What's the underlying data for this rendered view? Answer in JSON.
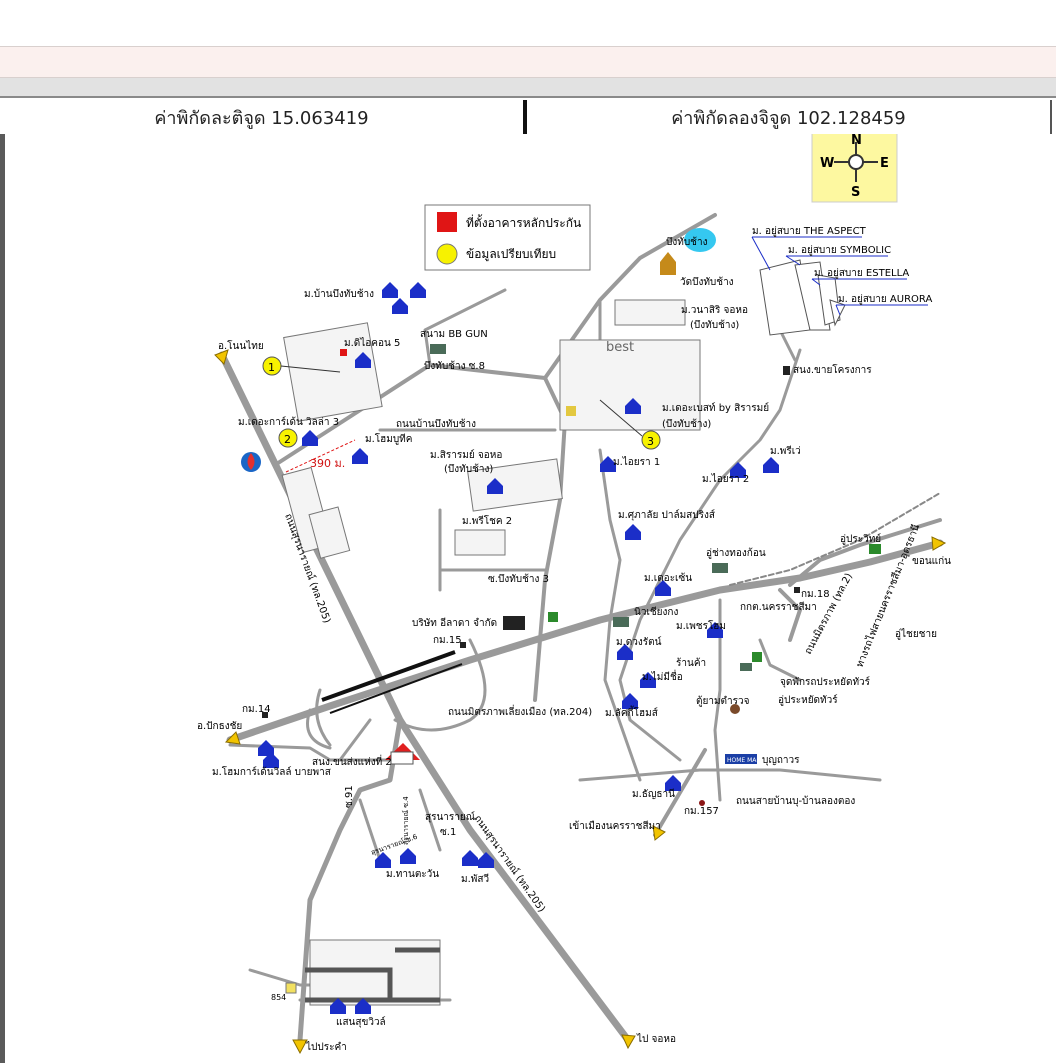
{
  "coordinates": {
    "lat_label": "ค่าพิกัดละติจูด 15.063419",
    "lng_label": "ค่าพิกัดลองจิจูด 102.128459"
  },
  "compass": {
    "n": "N",
    "s": "S",
    "e": "E",
    "w": "W"
  },
  "legend": {
    "property": "ที่ตั้งอาคารหลักประกัน",
    "comparable": "ข้อมูลเปรียบเทียบ",
    "property_color": "#e01515",
    "comparable_color": "#f7f200"
  },
  "markers": {
    "m1": "1",
    "m2": "2",
    "m3": "3"
  },
  "distance_label": "390 ม.",
  "places": {
    "ban_bueng_thap_chang": "ม.บ้านบึงทับช้าง",
    "d_icon5": "ม.ดิไอคอน 5",
    "bb_gun": "สนาม BB GUN",
    "on_nonthai": "อ.โนนไทย",
    "garden_villa3": "ม.เดอะการ์เด้น วิลล่า 3",
    "home_boutique": "ม.โฮมบูทีค",
    "bueng_thap_chang_8": "บึงทับช้าง ซ.8",
    "road_ban_bueng_thap_chang": "ถนนบ้านบึงทับช้าง",
    "bueng_thap_chang_lake": "บึงทับช้าง",
    "wat_bueng_thap_chang": "วัดบึงทับช้าง",
    "wanasiri": "ม.วนาสิริ จอหอ",
    "wanasiri_2": "(บึงทับช้าง)",
    "best": "best",
    "the_best_sirarom": "ม.เดอะเบสท์ by สิรารมย์",
    "the_best_sirarom_2": "(บึงทับช้าง)",
    "sirarom_chohor": "ม.สิรารมย์ จอหอ",
    "sirarom_chohor_2": "(บึงทับช้าง)",
    "idra1": "ม.ไอยรา 1",
    "idra2": "ม.ไอยรา 2",
    "prichot2": "ม.พรีโชค 2",
    "bueng_thap_chang_3": "ซ.บึงทับช้าง 3",
    "supalai": "ม.ศุภาลัย ปาล์มสปริงส์",
    "phriwa": "ม.พรีเว่",
    "sales_office": "สนง.ขายโครงการ",
    "aspect": "ม. อยู่สบาย THE ASPECT",
    "symbolic": "ม. อยู่สบาย SYMBOLIC",
    "estella": "ม. อยู่สบาย ESTELLA",
    "aurora": "ม. อยู่สบาย AURORA",
    "u_chang_thong": "อู่ช่างทองก้อน",
    "u_prawit": "อู่ประวิทย์",
    "khon_kaen": "ขอนแก่น",
    "u_chai": "อู่ไชยชาย",
    "railway": "ทางรถไฟสายนครราชสีมา-อุดรธานี",
    "mittraphap_right": "ถนนมิตรภาพ (ทล.2)",
    "the_zen": "ม.เดอะเซ้น",
    "km18": "กม.18",
    "korat_police": "กกต.นครราชสีมา",
    "niew_chiang": "นิวเชียงกง",
    "pet_home": "ม.เพชรโฮม",
    "duang_rat": "ม.ดวงรัตน์",
    "shop": "ร้านค้า",
    "mai_mi_chue": "ม.ไม่มีชื่อ",
    "lucky_home": "ม.ลัคกี้โฮมส์",
    "police_booth": "ตู้ยามตำรวจ",
    "tour_bus": "จุดพักรถประหยัดทัวร์",
    "u_prayat": "อู่ประหยัดทัวร์",
    "idlada": "บริษัท อีลาดา จำกัด",
    "km15": "กม.15",
    "suranarai_road": "ถนนสุรนารายณ์ (ทล.205)",
    "mittraphap_bypass": "ถนนมิตรภาพเลี่ยงเมือง (ทล.204)",
    "km14": "กม.14",
    "pak_thong_chai": "อ.ปักธงชัย",
    "home_garden_bypass": "ม.โฮมการ์เด้นวิลล์ บายพาส",
    "transport_office": "สนง.ขนส่งแห่งที่ 2",
    "home_mart": "HOME MART",
    "bunthawon": "บุญถาวร",
    "ban_bu_road": "ถนนสายบ้านบุ-บ้านลองตอง",
    "thanyathani": "ม.ธัญธานี",
    "km157": "กม.157",
    "to_city": "เข้าเมืองนครราชสีมา",
    "suranarai_1": "สุรนารายณ์",
    "suranarai_1b": "ซ.1",
    "soi_91": "ซ.91",
    "suranarai_soi_4": "สุรนารายณ์ ซ.4",
    "suranarai_soi_6": "สุรนารายณ์ ซ.6",
    "than_takwin": "ม.ทานตะวัน",
    "phatsawee": "ม.พัสวี",
    "suranarai_road_2": "ถนนสุรนารายณ์ (ทล.205)",
    "saen_suk_villa": "แสนสุขวิวล์",
    "code_854": "854",
    "to_prakhon": "ไปประคำ",
    "to_chohor": "ไป จอหอ"
  }
}
